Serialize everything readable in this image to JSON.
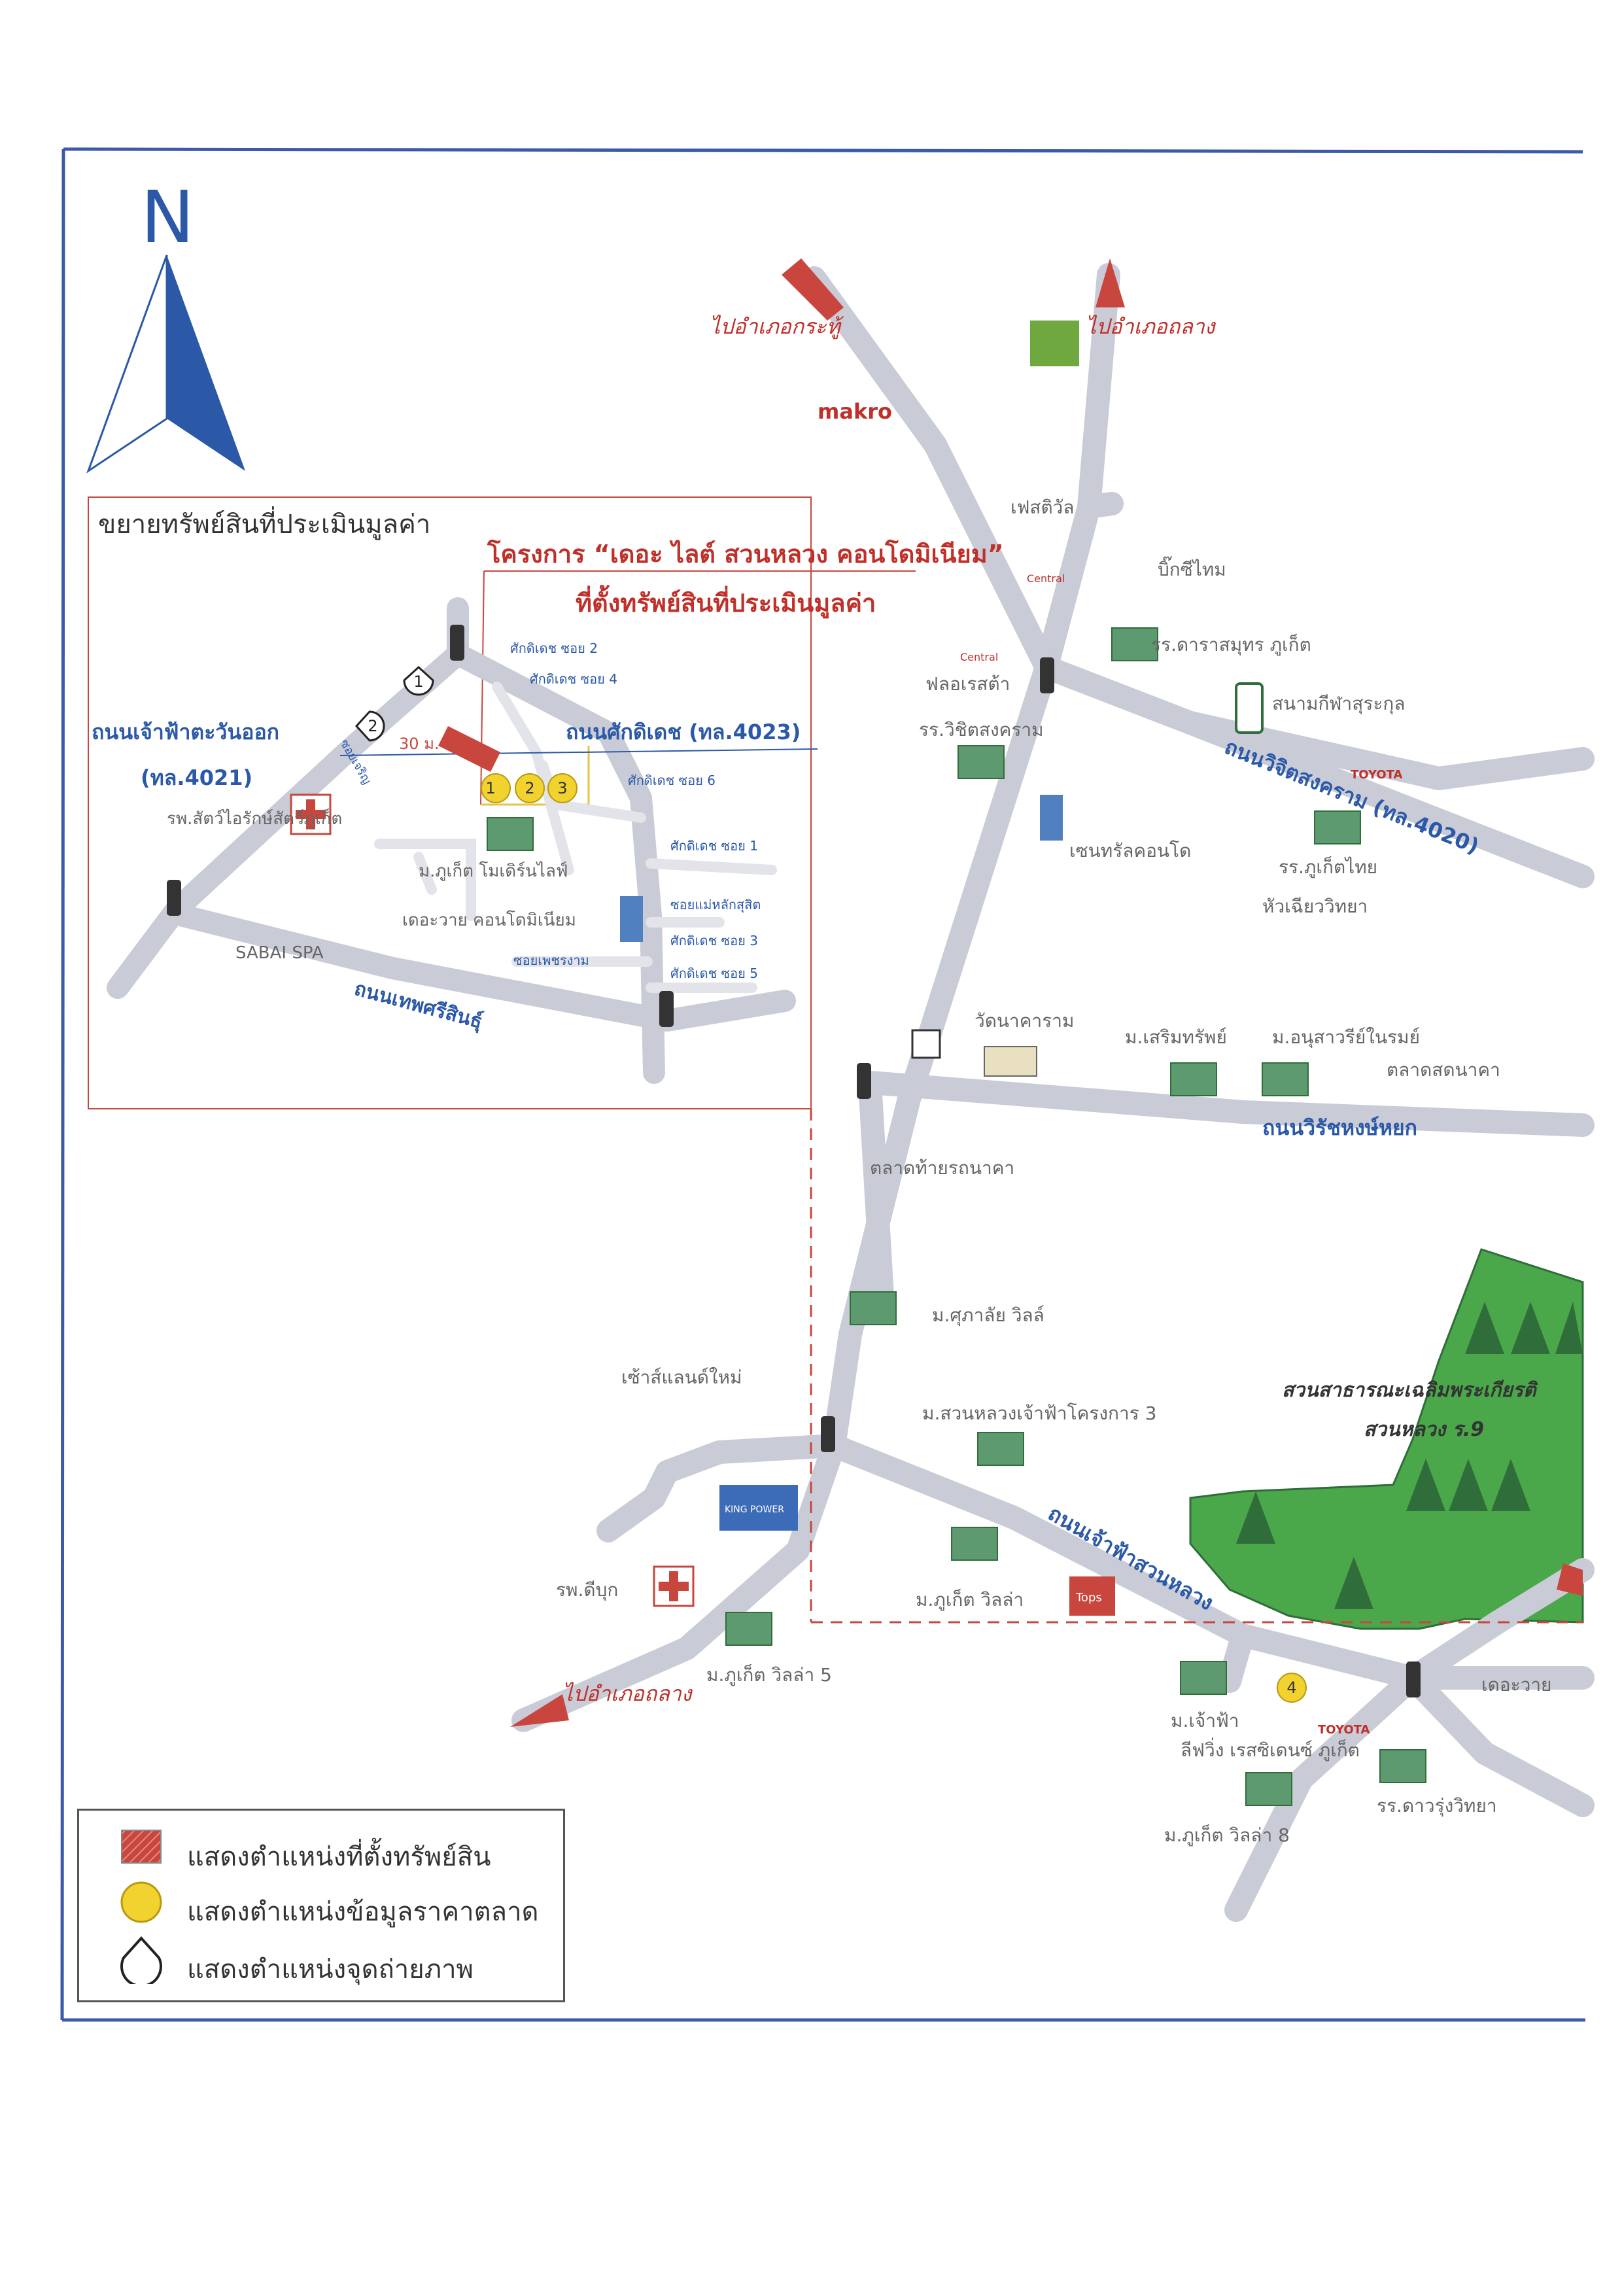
{
  "north_label": "N",
  "inset": {
    "title": "ขยายทรัพย์สินที่ประเมินมูลค่า",
    "roads": [
      {
        "label": "ถนนเจ้าฟ้าตะวันออก"
      },
      {
        "label": "(ทล.4021)"
      },
      {
        "label": "ถนนศักดิเดช (ทล.4023)"
      },
      {
        "label": "ถนนเทพศรีสินธุ์"
      }
    ],
    "sois": [
      "ศักดิเดช ซอย 2",
      "ศักดิเดช ซอย 4",
      "ศักดิเดช ซอย 6",
      "ศักดิเดช ซอย 1",
      "ซอยแม่หลักสุสิต",
      "ศักดิเดช ซอย 3",
      "ศักดิเดช ซอย 5",
      "ซอยเพชรงาม"
    ],
    "places": [
      "รพ.สัตว์ไอรักษ์สัตว์ภูเก็ต",
      "ม.ภูเก็ต โมเดิร์นไลฟ์",
      "เดอะวาย คอนโดมิเนียม",
      "SABAI SPA",
      "ซอยเจริญ"
    ],
    "distance": "30 ม."
  },
  "project": {
    "line1": "โครงการ “เดอะ ไลต์ สวนหลวง คอนโดมิเนียม”",
    "line2": "ที่ตั้งทรัพย์สินที่ประเมินมูลค่า"
  },
  "directions": {
    "kathu": "ไปอำเภอกระทู้",
    "center_north": "ไปอำเภอถลาง",
    "center_south": "ไปอำเภอถลาง"
  },
  "main_roads": {
    "wichit": "ถนนวิจิตสงคราม (ทล.4020)",
    "wirat": "ถนนวิรัชหงษ์หยก",
    "chaofa": "ถนนเจ้าฟ้าสวนหลวง"
  },
  "places": {
    "makro": "makro",
    "festival": "เฟสติวัล",
    "floresta": "ฟลอเรสต้า",
    "school_wichit": "รร.วิชิตสงคราม",
    "school_darasamut": "รร.ดาราสมุทร ภูเก็ต",
    "big_c": "บิ๊กซีไทม",
    "stadium": "สนามกีฬาสุระกุล",
    "central_condo": "เซนทรัลคอนโด",
    "school_phuketthai": "รร.ภูเก็ตไทย",
    "huachiao": "หัวเฉียววิทยา",
    "wat": "วัดนาคาราม",
    "sermsap": "ม.เสริมทรัพย์",
    "anusawari": "ม.อนุสาวรีย์ในรมย์",
    "market_naka": "ตลาดสดนาคา",
    "market_tai": "ตลาดท้ายรถนาคา",
    "sukalai": "ม.ศุภาลัย วิลล์",
    "lab": "เซ้าส์แลนด์ใหม่",
    "suanluang3": "ม.สวนหลวงเจ้าฟ้าโครงการ 3",
    "kingpower": "KING POWER",
    "phuketvilla": "ม.ภูเก็ต วิลล่า",
    "hospital": "รพ.ดีบุก",
    "phuketvilla5": "ม.ภูเก็ต วิลล่า 5",
    "park_line1": "สวนสาธารณะเฉลิมพระเกียรติ",
    "park_line2": "สวนหลวง ร.9",
    "chaofa_village": "ม.เจ้าฟ้า",
    "residence": "ลีฟวิ่ง เรสซิเดนซ์ ภูเก็ต",
    "phuketvilla8": "ม.ภูเก็ต วิลล่า 8",
    "school_kanrat": "รร.ดาวรุ่งวิทยา",
    "theway": "เดอะวาย",
    "toyota": "TOYOTA",
    "central": "Central",
    "top": "Tops"
  },
  "markers": {
    "price_points": [
      "1",
      "2",
      "3",
      "4"
    ],
    "photo_points": [
      "1",
      "2"
    ]
  },
  "legend": [
    {
      "label": "แสดงตำแหน่งที่ตั้งทรัพย์สิน"
    },
    {
      "label": "แสดงตำแหน่งข้อมูลราคาตลาด"
    },
    {
      "label": "แสดงตำแหน่งจุดถ่ายภาพ"
    }
  ],
  "colors": {
    "road": "#c9cbd6",
    "frame": "#3b5aa8",
    "red_text": "#c0302a",
    "blue_text": "#2b59a8",
    "park": "#4aa84a",
    "tree": "#2f6e3a",
    "marker_yellow": "#f2d22e",
    "property_red": "#c8463e"
  }
}
